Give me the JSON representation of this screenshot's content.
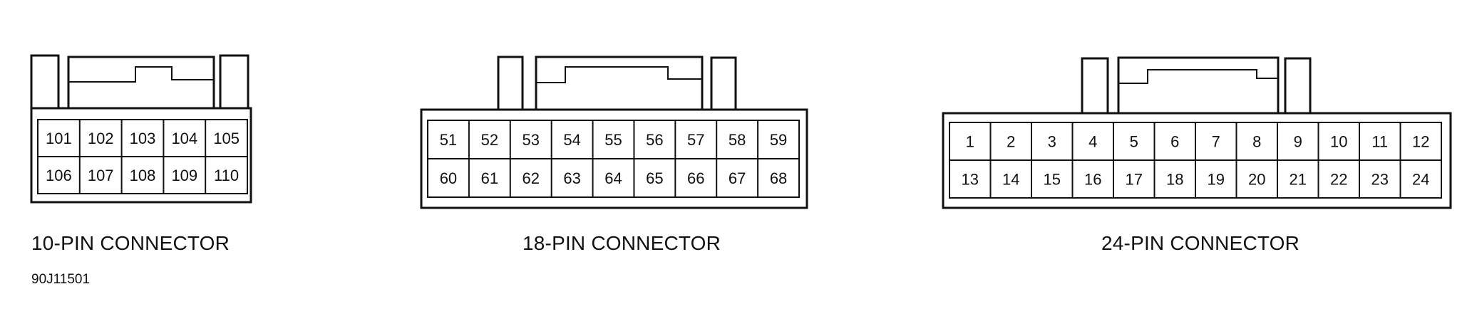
{
  "connectors": [
    {
      "caption": "10-PIN CONNECTOR",
      "rows": [
        [
          "101",
          "102",
          "103",
          "104",
          "105"
        ],
        [
          "106",
          "107",
          "108",
          "109",
          "110"
        ]
      ]
    },
    {
      "caption": "18-PIN CONNECTOR",
      "rows": [
        [
          "51",
          "52",
          "53",
          "54",
          "55",
          "56",
          "57",
          "58",
          "59"
        ],
        [
          "60",
          "61",
          "62",
          "63",
          "64",
          "65",
          "66",
          "67",
          "68"
        ]
      ]
    },
    {
      "caption": "24-PIN CONNECTOR",
      "rows": [
        [
          "1",
          "2",
          "3",
          "4",
          "5",
          "6",
          "7",
          "8",
          "9",
          "10",
          "11",
          "12"
        ],
        [
          "13",
          "14",
          "15",
          "16",
          "17",
          "18",
          "19",
          "20",
          "21",
          "22",
          "23",
          "24"
        ]
      ]
    }
  ],
  "figure_code": "90J11501",
  "colors": {
    "line": "#111111",
    "background": "#ffffff"
  }
}
